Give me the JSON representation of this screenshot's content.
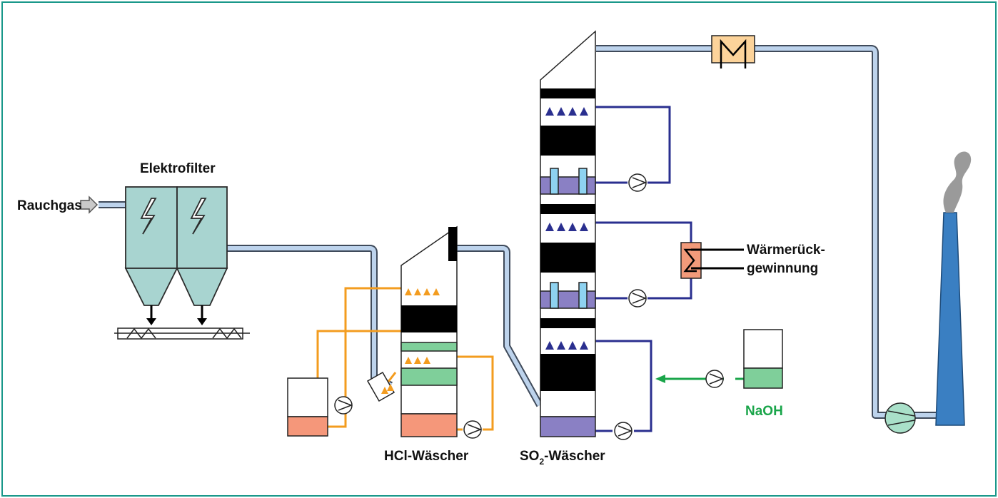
{
  "labels": {
    "rauchgas": "Rauchgas",
    "elektrofilter": "Elektrofilter",
    "hcl_waescher": "HCl-Wäscher",
    "so2_prefix": "SO",
    "so2_sub": "2",
    "so2_suffix": "-Wäscher",
    "waerme_line1": "Wärmerück-",
    "waerme_line2": "gewinnung",
    "naoh": "NaOH"
  },
  "colors": {
    "frame": "#19988a",
    "gas_pipe": "#bdd3ec",
    "orange_loop": "#f39c1f",
    "blue_loop": "#2a2f8f",
    "green_line": "#1aa54a",
    "filter_fill": "#a8d4d0",
    "hcl_sump": "#f5977a",
    "packing_green": "#7fcf9a",
    "so2_sump": "#8a80c4",
    "dosing": "#8ed2f0",
    "heat_exchanger": "#f29a7a",
    "reheater": "#fcd39a",
    "stack": "#3a7fc2",
    "smoke": "#9a9a9a",
    "fan": "#a9e0c9"
  }
}
